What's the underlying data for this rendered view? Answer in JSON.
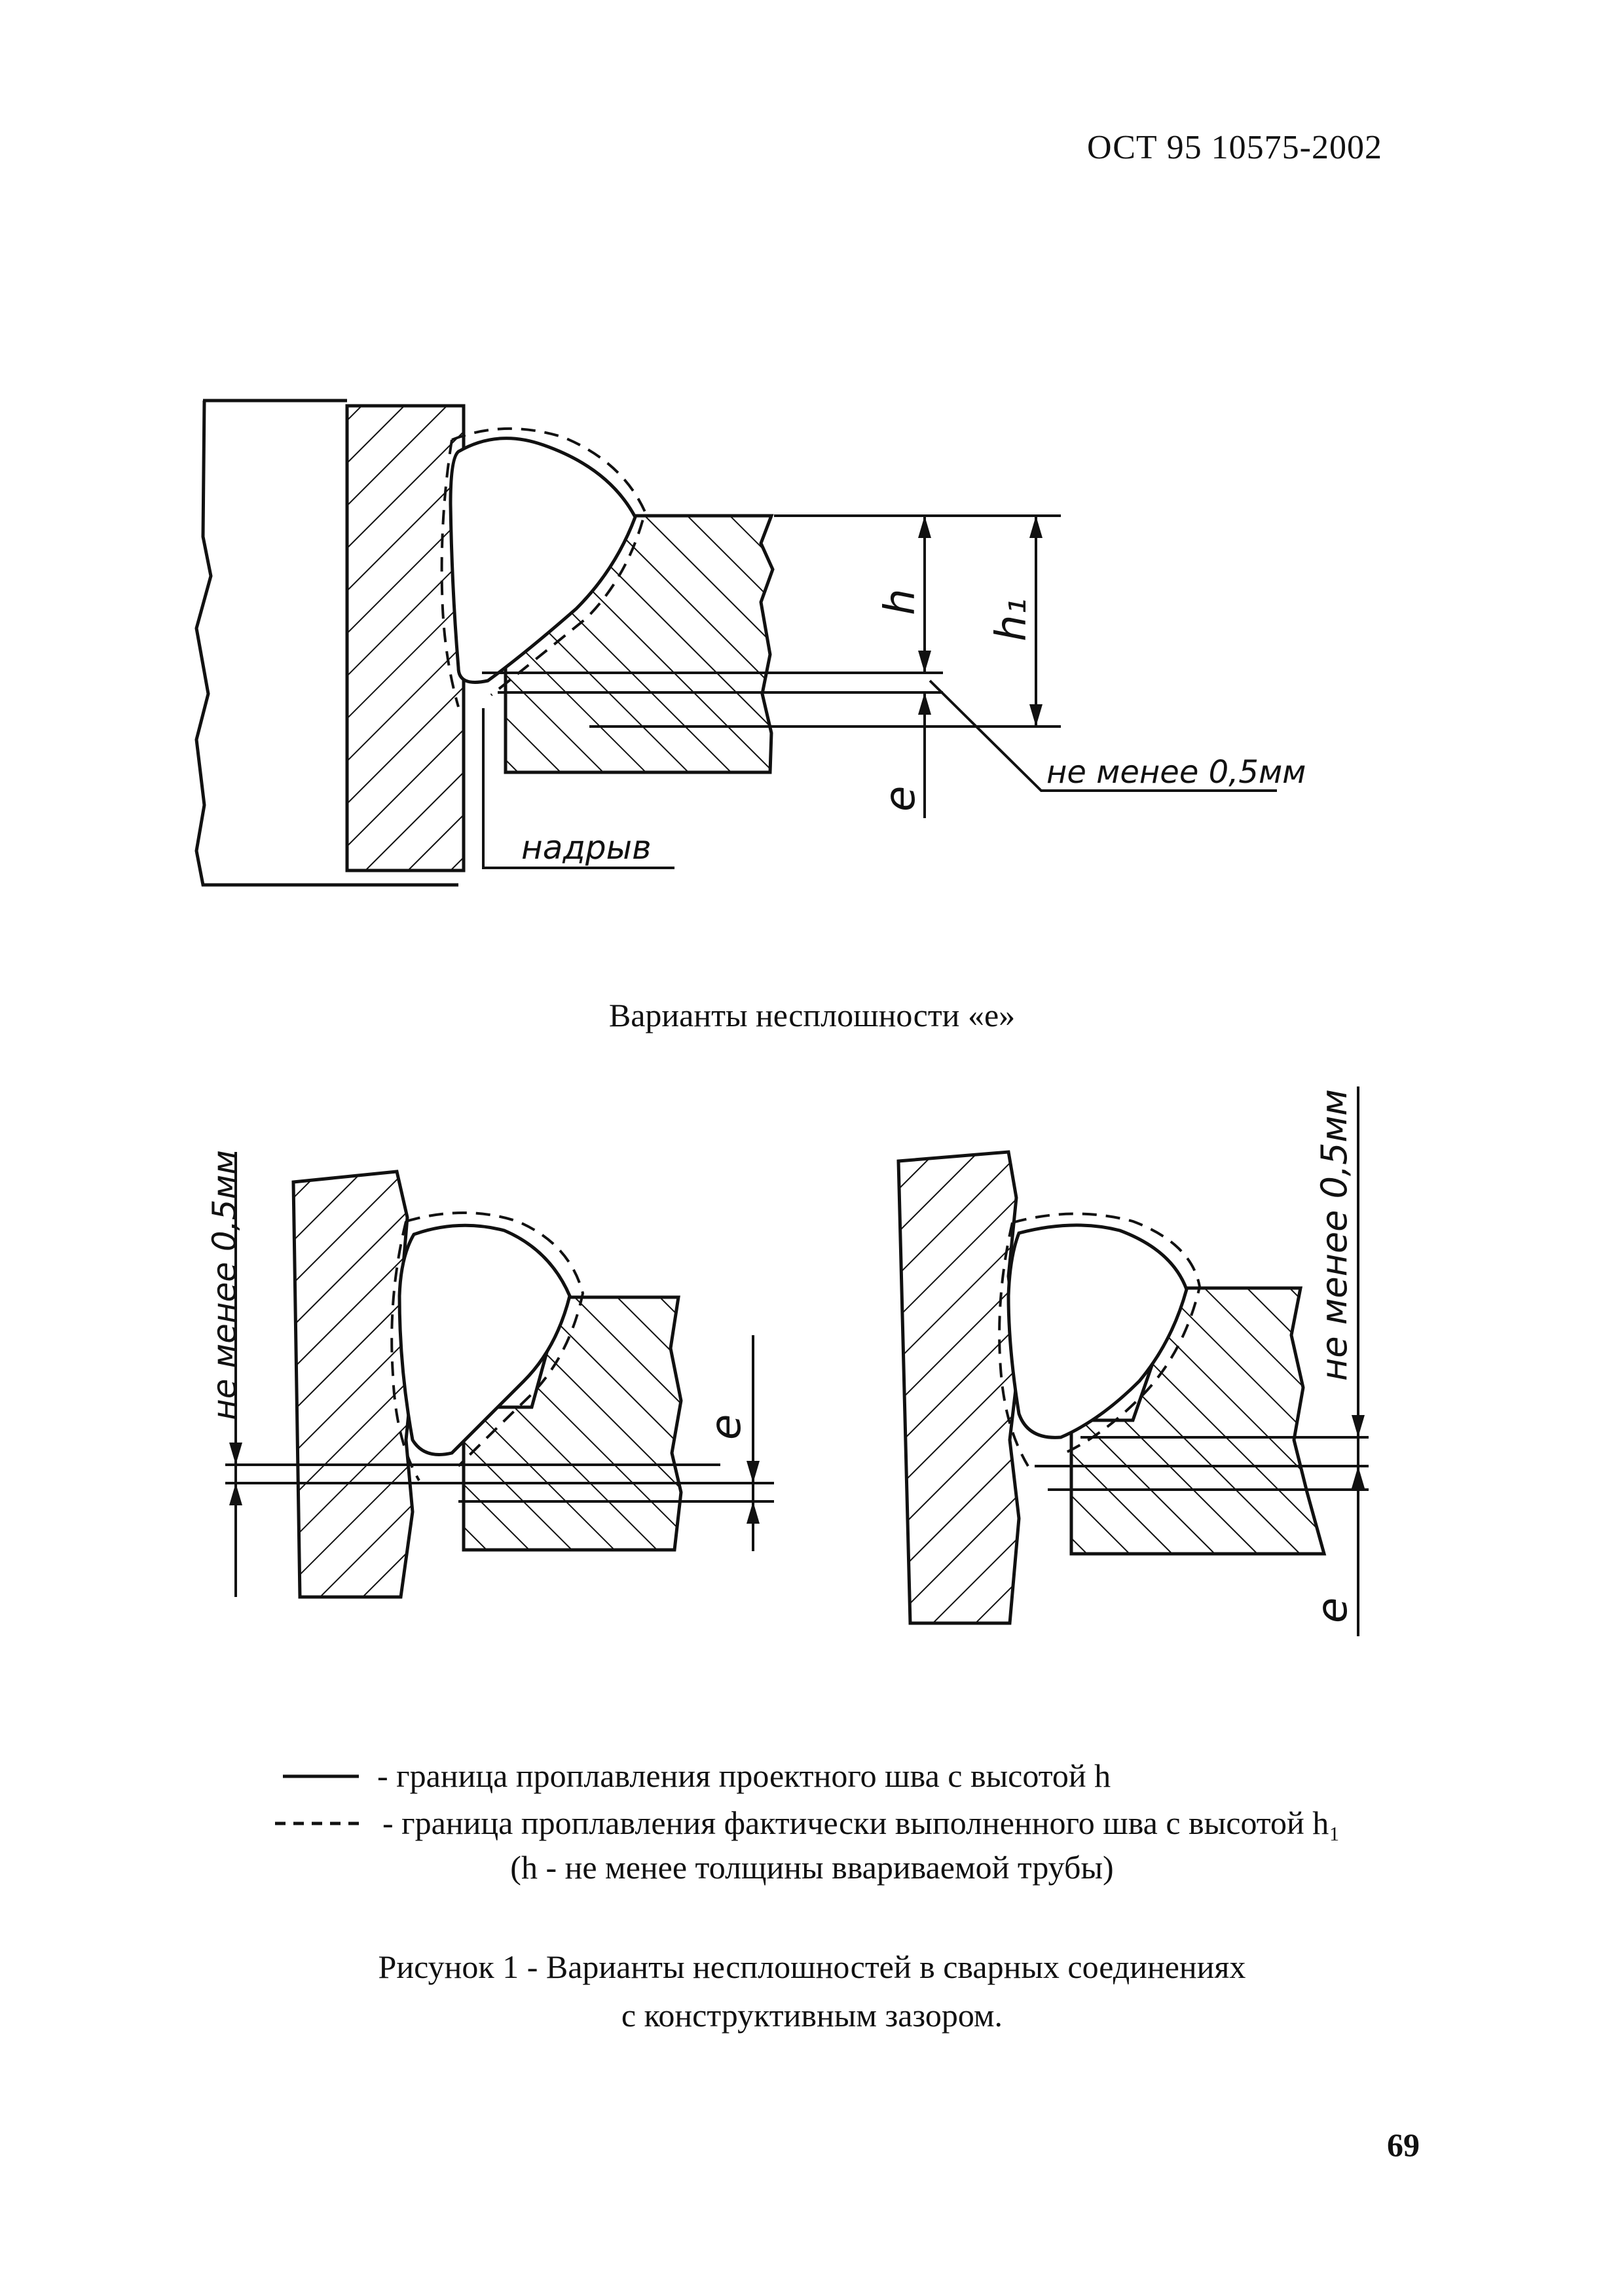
{
  "header": {
    "document_code": "ОСТ 95 10575-2002"
  },
  "figure_top": {
    "labels": {
      "h": "h",
      "h1": "h₁",
      "e": "e",
      "min_gap": "не менее 0,5мм",
      "tear": "надрыв"
    }
  },
  "section_title": "Варианты несплошности «е»",
  "figure_bottom_left": {
    "labels": {
      "min_gap": "не менее 0,5мм",
      "e": "e"
    }
  },
  "figure_bottom_right": {
    "labels": {
      "min_gap": "не менее 0,5мм",
      "e": "e"
    }
  },
  "legend": {
    "solid_text": "- граница проплавления проектного шва с высотой h",
    "dashed_text": "- граница проплавления фактически выполненного шва с высотой h₁",
    "note": "(h - не менее толщины ввариваемой трубы)"
  },
  "caption": {
    "line1": "Рисунок 1 - Варианты несплошностей в сварных соединениях",
    "line2": "с конструктивным зазором."
  },
  "footer": {
    "page_number": "69"
  }
}
